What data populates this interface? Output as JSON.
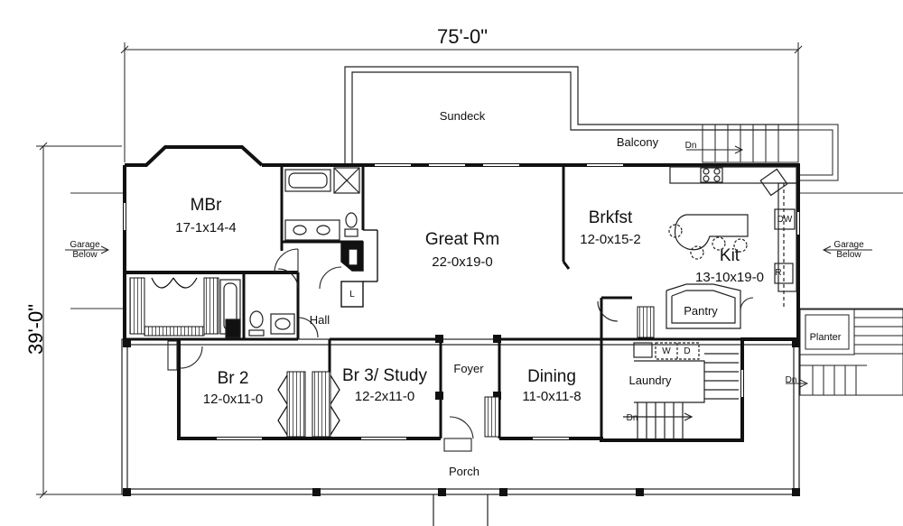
{
  "dimensions": {
    "width": "75'-0\"",
    "depth": "39'-0\""
  },
  "rooms": {
    "mbr": {
      "name": "MBr",
      "size": "17-1x14-4"
    },
    "great_rm": {
      "name": "Great Rm",
      "size": "22-0x19-0"
    },
    "brkfst": {
      "name": "Brkfst",
      "size": "12-0x15-2"
    },
    "kit": {
      "name": "Kit",
      "size": "13-10x19-0"
    },
    "br2": {
      "name": "Br 2",
      "size": "12-0x11-0"
    },
    "br3": {
      "name": "Br 3/ Study",
      "size": "12-2x11-0"
    },
    "dining": {
      "name": "Dining",
      "size": "11-0x11-8"
    }
  },
  "areas": {
    "sundeck": "Sundeck",
    "balcony": "Balcony",
    "hall": "Hall",
    "foyer": "Foyer",
    "laundry": "Laundry",
    "pantry": "Pantry",
    "porch": "Porch",
    "planter": "Planter"
  },
  "annotations": {
    "garage_left": [
      "Garage",
      "Below"
    ],
    "garage_right": [
      "Garage",
      "Below"
    ],
    "dn": "Dn",
    "dw": "DW",
    "r": "R",
    "l": "L",
    "w": "W",
    "d": "D"
  }
}
